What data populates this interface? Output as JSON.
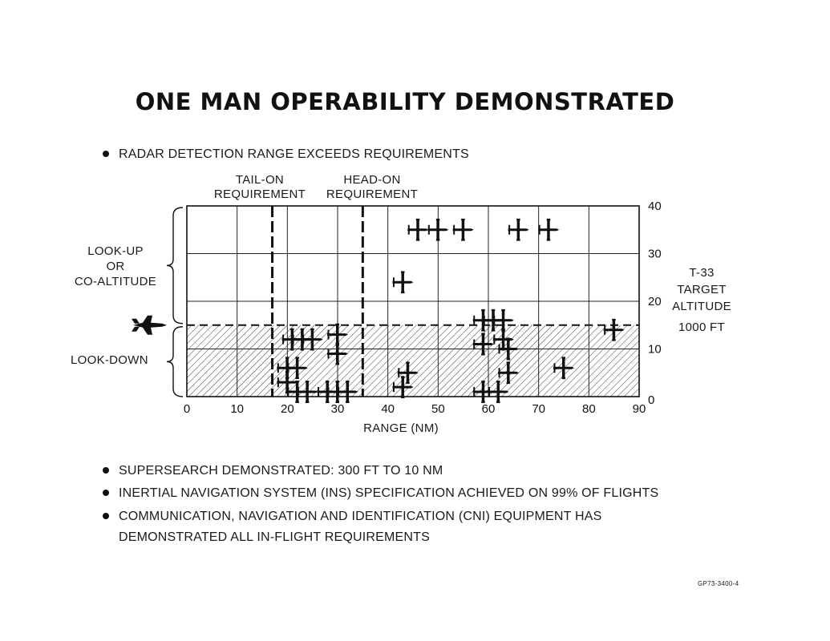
{
  "title": "ONE MAN OPERABILITY DEMONSTRATED",
  "bullets": [
    "RADAR DETECTION RANGE EXCEEDS REQUIREMENTS",
    "SUPERSEARCH DEMONSTRATED: 300 FT TO 10 NM",
    "INERTIAL NAVIGATION SYSTEM (INS) SPECIFICATION ACHIEVED ON 99% OF FLIGHTS",
    "COMMUNICATION, NAVIGATION AND IDENTIFICATION (CNI) EQUIPMENT HAS",
    "DEMONSTRATED ALL IN-FLIGHT REQUIREMENTS"
  ],
  "figure_code": "GP73-3400-4",
  "chart_data": {
    "type": "scatter",
    "xlabel": "RANGE (NM)",
    "ylabel": "T-33 TARGET ALTITUDE 1000 FT",
    "ylabel_lines": [
      "T-33",
      "TARGET",
      "ALTITUDE",
      "1000 FT"
    ],
    "xlim": [
      0,
      90
    ],
    "ylim": [
      0,
      40
    ],
    "x_ticks": [
      0,
      10,
      20,
      30,
      40,
      50,
      60,
      70,
      80,
      90
    ],
    "y_ticks": [
      0,
      10,
      20,
      30,
      40
    ],
    "grid": true,
    "interceptor_altitude": 15,
    "requirements": [
      {
        "label_lines": [
          "TAIL-ON",
          "REQUIREMENT"
        ],
        "x": 17
      },
      {
        "label_lines": [
          "HEAD-ON",
          "REQUIREMENT"
        ],
        "x": 35
      }
    ],
    "regions": [
      {
        "label_lines": [
          "LOOK-UP",
          "OR",
          "CO-ALTITUDE"
        ],
        "y_range": [
          15,
          40
        ]
      },
      {
        "label_lines": [
          "LOOK-DOWN"
        ],
        "y_range": [
          0,
          15
        ]
      }
    ],
    "points": [
      {
        "x": 46,
        "y": 35
      },
      {
        "x": 50,
        "y": 35
      },
      {
        "x": 55,
        "y": 35
      },
      {
        "x": 66,
        "y": 35
      },
      {
        "x": 72,
        "y": 35
      },
      {
        "x": 43,
        "y": 24
      },
      {
        "x": 21,
        "y": 12
      },
      {
        "x": 23,
        "y": 12
      },
      {
        "x": 25,
        "y": 12
      },
      {
        "x": 30,
        "y": 13
      },
      {
        "x": 30,
        "y": 9
      },
      {
        "x": 20,
        "y": 6
      },
      {
        "x": 22,
        "y": 6
      },
      {
        "x": 20,
        "y": 3
      },
      {
        "x": 22,
        "y": 1
      },
      {
        "x": 24,
        "y": 1
      },
      {
        "x": 28,
        "y": 1
      },
      {
        "x": 30,
        "y": 1
      },
      {
        "x": 32,
        "y": 1
      },
      {
        "x": 43,
        "y": 2
      },
      {
        "x": 44,
        "y": 5
      },
      {
        "x": 59,
        "y": 16
      },
      {
        "x": 61,
        "y": 16
      },
      {
        "x": 63,
        "y": 16
      },
      {
        "x": 59,
        "y": 11
      },
      {
        "x": 63,
        "y": 12
      },
      {
        "x": 64,
        "y": 10
      },
      {
        "x": 64,
        "y": 5
      },
      {
        "x": 59,
        "y": 1
      },
      {
        "x": 62,
        "y": 1
      },
      {
        "x": 75,
        "y": 6
      },
      {
        "x": 85,
        "y": 14
      }
    ]
  }
}
